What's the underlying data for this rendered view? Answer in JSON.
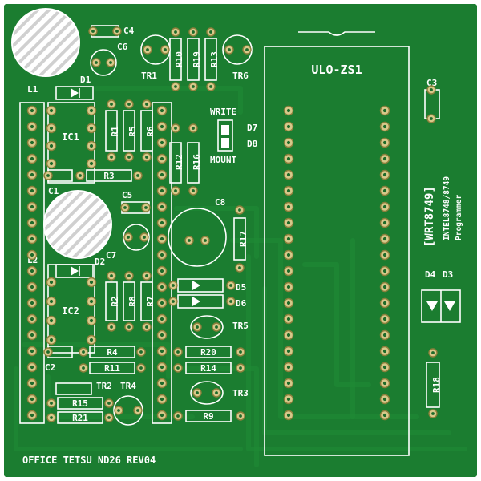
{
  "board": {
    "footer": "OFFICE TETSU ND26 REV04",
    "side_title": "[WRT8749]",
    "side_subtitle_1": "INTEL8748/8749",
    "side_subtitle_2": "Programmer",
    "ic_main": "ULO-ZS1",
    "write_label": "WRITE",
    "mount_label": "MOUNT"
  },
  "components": {
    "L1": "L1",
    "L2": "L2",
    "D1": "D1",
    "D2": "D2",
    "D3": "D3",
    "D4": "D4",
    "D5": "D5",
    "D6": "D6",
    "D7": "D7",
    "D8": "D8",
    "IC1": "IC1",
    "IC2": "IC2",
    "C1": "C1",
    "C2": "C2",
    "C3": "C3",
    "C4": "C4",
    "C5": "C5",
    "C6": "C6",
    "C7": "C7",
    "C8": "C8",
    "R1": "R1",
    "R2": "R2",
    "R3": "R3",
    "R4": "R4",
    "R5": "R5",
    "R6": "R6",
    "R7": "R7",
    "R8": "R8",
    "R9": "R9",
    "R10": "R10",
    "R11": "R11",
    "R12": "R12",
    "R13": "R13",
    "R14": "R14",
    "R15": "R15",
    "R16": "R16",
    "R17": "R17",
    "R18": "R18",
    "R19": "R19",
    "R20": "R20",
    "R21": "R21",
    "TR1": "TR1",
    "TR2": "TR2",
    "TR3": "TR3",
    "TR4": "TR4",
    "TR5": "TR5",
    "TR6": "TR6"
  },
  "colors": {
    "board_green": "#1b7d30",
    "board_edge": "#ffffff",
    "silkscreen": "#ffffff",
    "pad": "#d7c98a"
  }
}
